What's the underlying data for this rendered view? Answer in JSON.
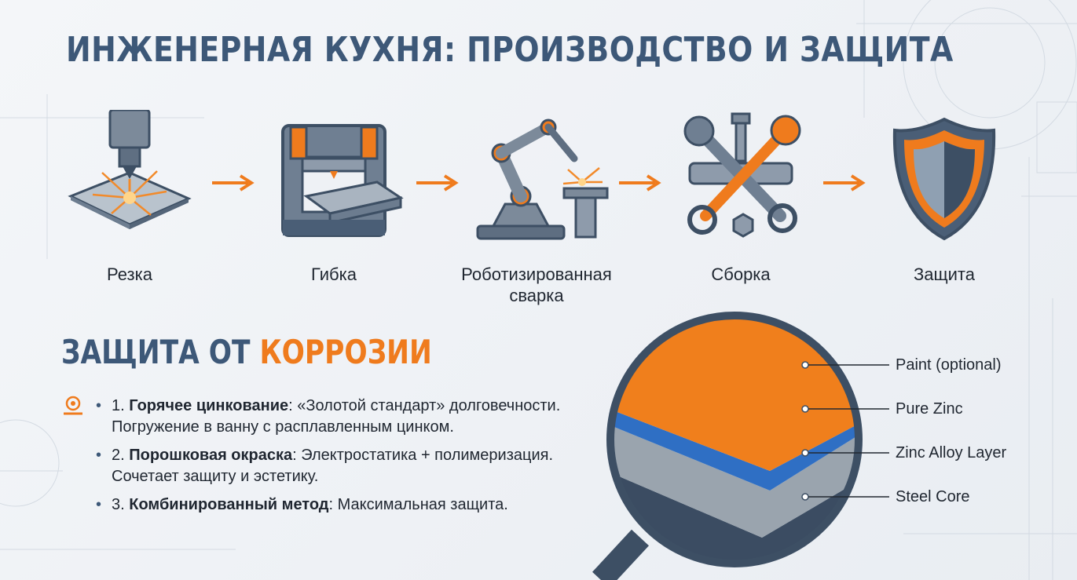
{
  "title": "ИНЖЕНЕРНАЯ КУХНЯ: ПРОИЗВОДСТВО И ЗАЩИТА",
  "process": {
    "steps": [
      {
        "label": "Резка",
        "icon": "laser-cutting-icon"
      },
      {
        "label": "Гибка",
        "icon": "press-brake-icon"
      },
      {
        "label": "Роботизированная сварка",
        "icon": "welding-robot-icon"
      },
      {
        "label": "Сборка",
        "icon": "wrench-tools-icon"
      },
      {
        "label": "Защита",
        "icon": "shield-icon"
      }
    ],
    "connector_icon": "arrow-right-icon"
  },
  "corrosion": {
    "title_part1": "ЗАЩИТА ОТ ",
    "title_part2": "КОРРОЗИИ",
    "icon": "zinc-coin-icon",
    "items": [
      {
        "number": "1.",
        "bold": "Горячее цинкование",
        "sep": ":",
        "text": " «Золотой стандарт» долговечности. Погружение в ванну с расплавленным цинком."
      },
      {
        "number": "2.",
        "bold": "Порошковая окраска",
        "sep": ":",
        "text": " Электростатика + полимеризация. Сочетает защиту и эстетику."
      },
      {
        "number": "3.",
        "bold": "Комбинированный метод",
        "sep": ":",
        "text": " Максимальная защита."
      }
    ]
  },
  "layers": {
    "icon": "magnifier-icon",
    "items": [
      {
        "label": "Paint (optional)",
        "color": "#f07f1c"
      },
      {
        "label": "Pure Zinc",
        "color": "#2f6fc4"
      },
      {
        "label": "Zinc Alloy Layer",
        "color": "#9aa4ae"
      },
      {
        "label": "Steel Core",
        "color": "#3b4c62"
      }
    ]
  },
  "colors": {
    "navy": "#3d5878",
    "accent": "#ef7b1d",
    "text": "#1f2630"
  }
}
